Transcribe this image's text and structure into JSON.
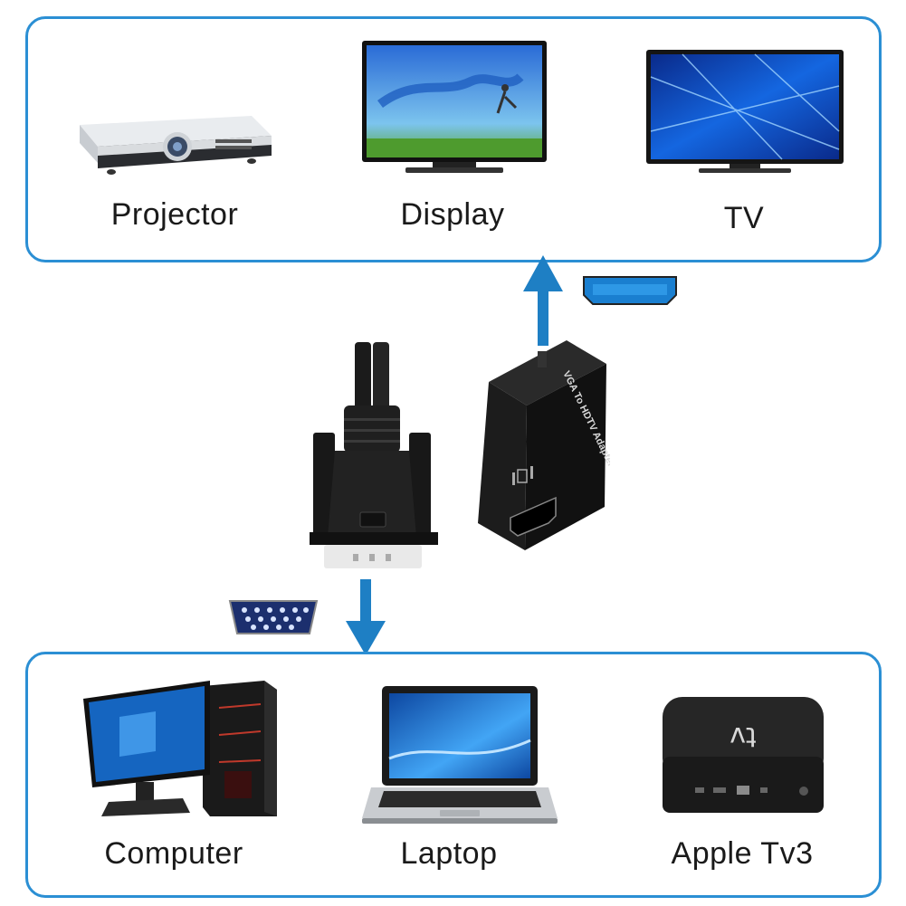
{
  "output_devices": {
    "projector": "Projector",
    "display": "Display",
    "tv": "TV"
  },
  "input_devices": {
    "computer": "Computer",
    "laptop": "Laptop",
    "apple_tv": "Apple Tv3"
  },
  "adapter_text": "VGA To HDTV Adapter",
  "apple_tv_logo": "tv",
  "colors": {
    "frame_blue": "#2b8fd4",
    "arrow_blue": "#1e7fc4",
    "hdmi_blue": "#1a7fd0",
    "vga_navy": "#1c2f6e"
  },
  "icons": [
    "hdmi-port-icon",
    "vga-port-icon",
    "up-arrow-icon",
    "down-arrow-icon"
  ]
}
